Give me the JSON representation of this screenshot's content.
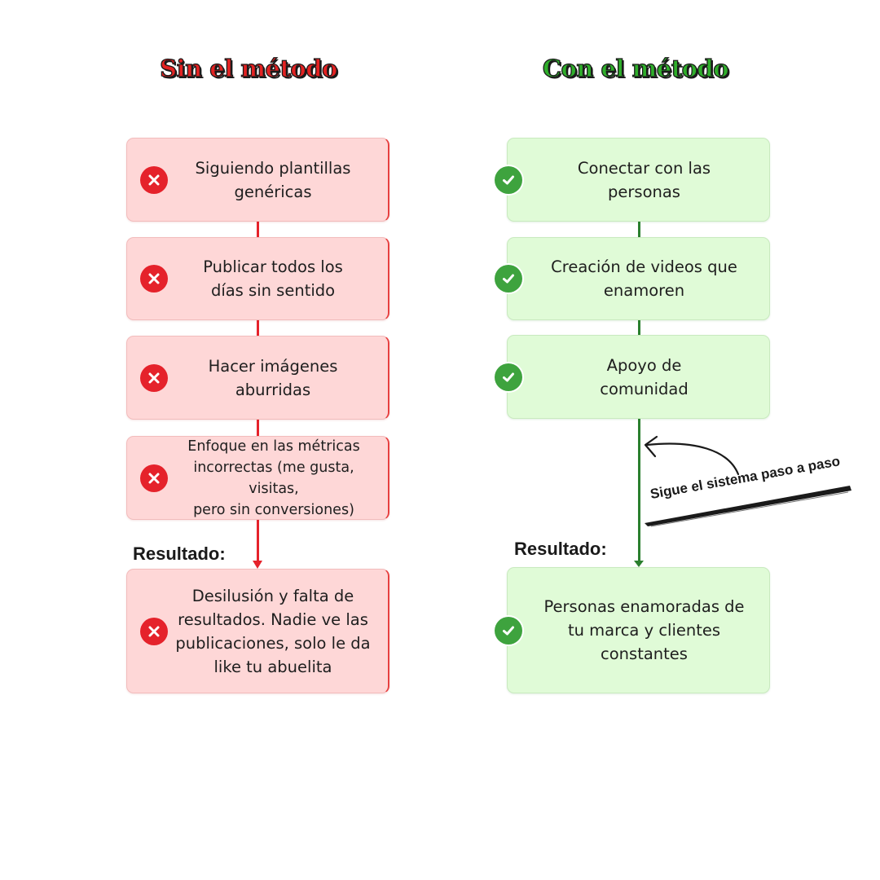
{
  "titles": {
    "left": "Sin el método",
    "right": "Con el método"
  },
  "left_steps": [
    "Siguiendo plantillas\ngenéricas",
    "Publicar todos los\ndías sin sentido",
    "Hacer imágenes\naburridas",
    "Enfoque en las métricas\nincorrectas (me gusta, visitas,\npero sin conversiones)"
  ],
  "left_result_label": "Resultado:",
  "left_result": "Desilusión y falta de\nresultados. Nadie ve las\npublicaciones, solo le da\nlike tu abuelita",
  "right_steps": [
    "Conectar con las\npersonas",
    "Creación de videos que\nenamoren",
    "Apoyo de\ncomunidad"
  ],
  "right_result_label": "Resultado:",
  "right_result": "Personas enamoradas de\ntu marca y clientes\nconstantes",
  "callout": "Sigue el sistema paso a paso",
  "icons": {
    "negative": "x-circle-icon",
    "positive": "check-circle-icon"
  },
  "colors": {
    "negative_accent": "#e5222b",
    "negative_fill": "#fed7d7",
    "positive_accent": "#2fae2b",
    "positive_fill": "#e0fbd7",
    "positive_line": "#2a7f2e"
  }
}
